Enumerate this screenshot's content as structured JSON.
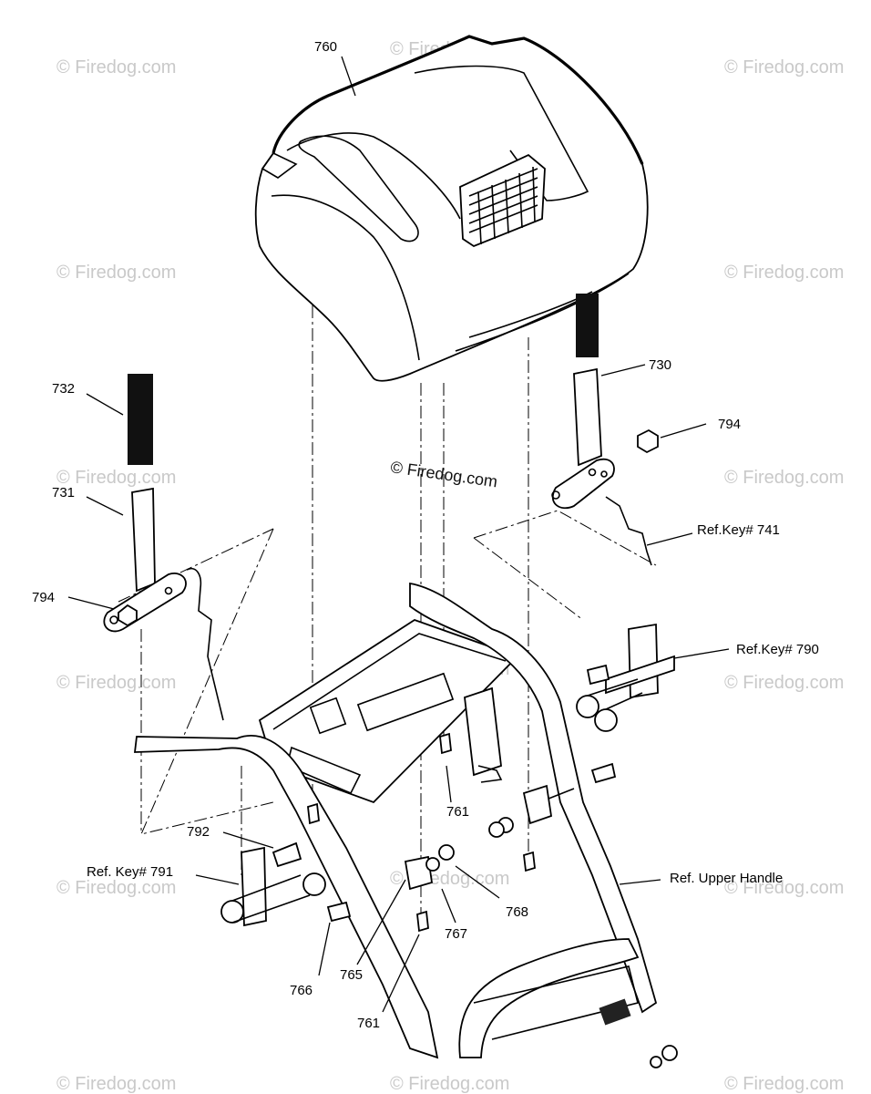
{
  "watermark": "© Firedog.com",
  "center_watermark": "© Firedog.com",
  "labels": {
    "p760": "760",
    "p732": "732",
    "p731": "731",
    "p794_left": "794",
    "p730": "730",
    "p794_right": "794",
    "ref741": "Ref.Key# 741",
    "ref790": "Ref.Key# 790",
    "p761_upper": "761",
    "p792": "792",
    "ref791": "Ref. Key# 791",
    "ref_upper_handle": "Ref. Upper Handle",
    "p768": "768",
    "p767": "767",
    "p765": "765",
    "p766": "766",
    "p761_lower": "761"
  }
}
